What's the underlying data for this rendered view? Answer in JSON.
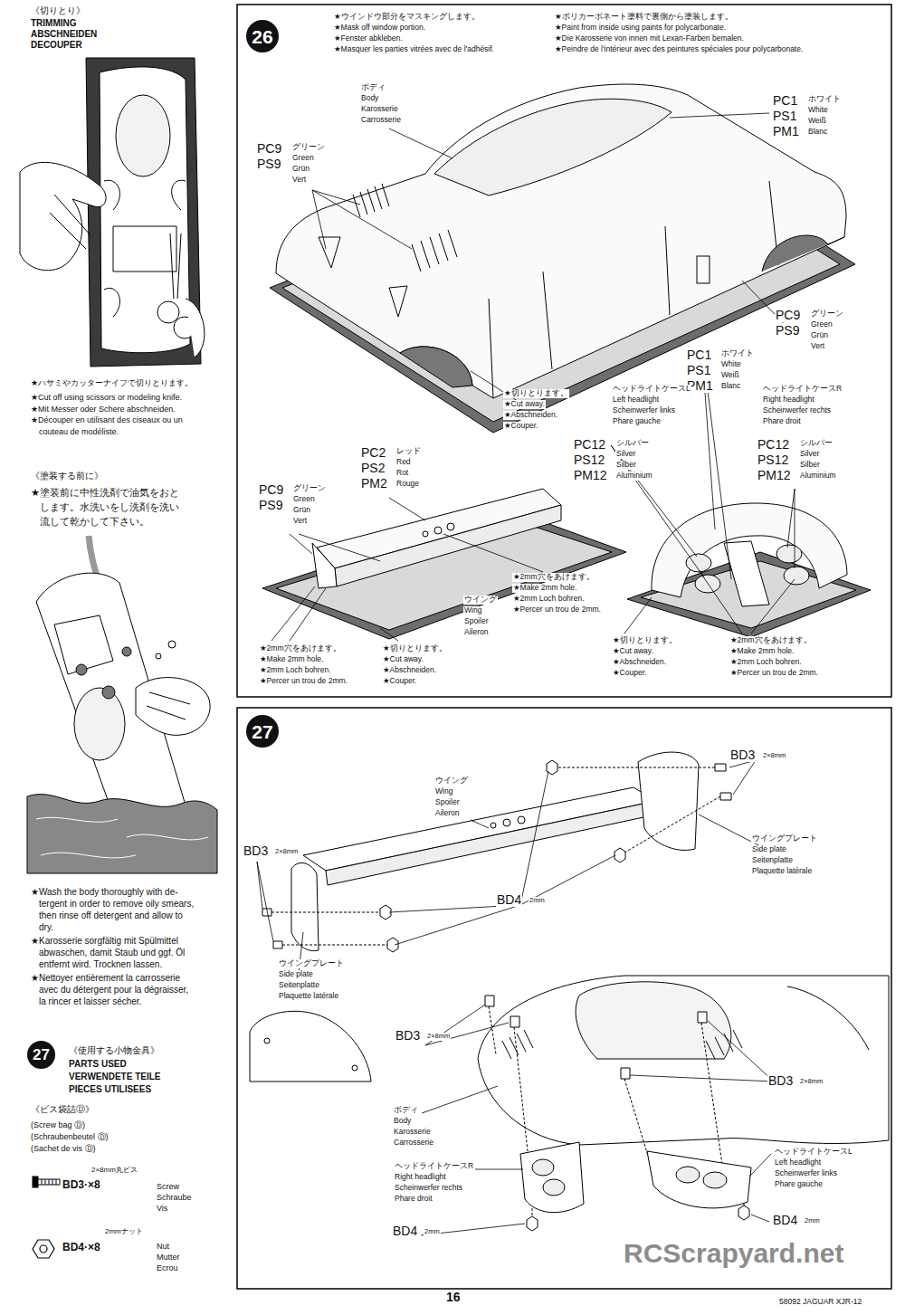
{
  "diagram": {
    "nodes": [
      {
        "text": [
          "26"
        ]
      },
      {
        "text": [
          "27"
        ]
      },
      {
        "text": [
          "27"
        ]
      }
    ],
    "labels": [
      "《切りとり》",
      "TRIMMING",
      "ABSCHNEIDEN",
      "DECOUPER",
      "★ハサミやカッターナイフで切りとります。",
      "★Cut off using scissors or modeling knife.",
      "★Mit Messer oder Schere abschneiden.",
      "★Découper en utilisant des ciseaux ou un",
      "couteau de modéliste.",
      "《塗装する前に》",
      "★塗装前に中性洗剤で油気をおと",
      "します。水洗いをし洗剤を洗い",
      "流して乾かして下さい。",
      "★Wash the body thoroughly with de-",
      "tergent in order to remove oily smears,",
      "then rinse off detergent and allow to",
      "dry.",
      "★Karosserie sorgfältig mit Spülmittel",
      "abwaschen, damit Staub und ggf. Öl",
      "entfernt wird. Trocknen lassen.",
      "★Nettoyer entièrement la carrosserie",
      "avec du détergent pour la dégraisser,",
      "la rincer et laisser sécher.",
      "《使用する小物金具》",
      "PARTS USED",
      "VERWENDETE TEILE",
      "PIECES UTILISEES",
      "《ビス袋詰Ⓓ》",
      "(Screw bag Ⓓ)",
      "(Schraubenbeutel Ⓓ)",
      "(Sachet de vis Ⓓ)",
      "2×8mm丸ビス",
      "BD3·×8",
      "Screw",
      "Schraube",
      "Vis",
      "2mmナット",
      "BD4·×8",
      "Nut",
      "Mutter",
      "Ecrou",
      "★ウインドウ部分をマスキングします。",
      "★Mask off window portion.",
      "★Fenster abkleben.",
      "★Masquer les parties vitrées avec de l'adhésif.",
      "★ポリカーボネート塗料で裏側から塗装します。",
      "★Paint from inside using paints for polycarbonate.",
      "★Die Karosserie von innen mit Lexan-Farben bemalen.",
      "★Peindre de l'intérieur avec des peintures spéciales pour polycarbonate.",
      "ボディ",
      "Body",
      "Karosserie",
      "Carrosserie",
      "PC9",
      "PS9",
      "グリーン",
      "Green",
      "Grün",
      "Vert",
      "PC1",
      "PS1",
      "PM1",
      "ホワイト",
      "White",
      "Weiß",
      "Blanc",
      "PC9",
      "PS9",
      "グリーン",
      "Green",
      "Grün",
      "Vert",
      "PC1",
      "PS1",
      "PM1",
      "ホワイト",
      "White",
      "Weiß",
      "Blanc",
      "★切りとります。",
      "★Cut away.",
      "★Abschneiden.",
      "★Couper.",
      "ヘッドライトケースL",
      "Left headlight",
      "Scheinwerfer links",
      "Phare gauche",
      "ヘッドライトケースR",
      "Right headlight",
      "Scheinwerfer rechts",
      "Phare droit",
      "PC2",
      "PS2",
      "PM2",
      "レッド",
      "Red",
      "Rot",
      "Rouge",
      "PC9",
      "PS9",
      "グリーン",
      "Green",
      "Grün",
      "Vert",
      "PC12",
      "PS12",
      "PM12",
      "シルバー",
      "Silver",
      "Silber",
      "Aluminium",
      "PC12",
      "PS12",
      "PM12",
      "シルバー",
      "Silver",
      "Silber",
      "Aluminium",
      "★2mm穴をあけます。",
      "★Make 2mm hole.",
      "★2mm Loch bohren.",
      "★Percer un trou de 2mm.",
      "ウイング",
      "Wing",
      "Spoiler",
      "Aileron",
      "★2mm穴をあけます。",
      "★Make 2mm hole.",
      "★2mm Loch bohren.",
      "★Percer un trou de 2mm.",
      "★切りとります。",
      "★Cut away.",
      "★Abschneiden.",
      "★Couper.",
      "★切りとります。",
      "★Cut away.",
      "★Abschneiden.",
      "★Couper.",
      "★2mm穴をあけます。",
      "★Make 2mm hole.",
      "★2mm Loch bohren.",
      "★Percer un trou de 2mm.",
      "ウイング",
      "Wing",
      "Spoiler",
      "Aileron",
      "BD3",
      "2×8mm",
      "ウイングプレート",
      "Side plate",
      "Seitenplatte",
      "Plaquette latérale",
      "BD3",
      "2×8mm",
      "BD4",
      "2mm",
      "ウイングプレート",
      "Side plate",
      "Seitenplatte",
      "Plaquette latérale",
      "BD3",
      "2×8mm",
      "BD3",
      "2×8mm",
      "ボディ",
      "Body",
      "Karosserie",
      "Carrosserie",
      "ヘッドライトケースR",
      "Right headlight",
      "Scheinwerfer rechts",
      "Phare droit",
      "ヘッドライトケースL",
      "Left headlight",
      "Scheinwerfer links",
      "Phare gauche",
      "BD4",
      "2mm",
      "BD4",
      "2mm",
      "16",
      "58092 JAGUAR XJR-12",
      "RCScrapyard.net"
    ]
  }
}
